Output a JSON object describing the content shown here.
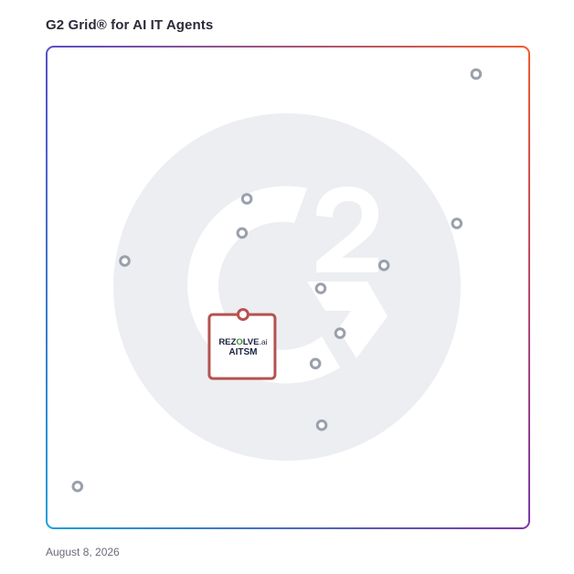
{
  "header": {
    "title": "G2 Grid® for AI IT Agents"
  },
  "footer": {
    "date": "August 8, 2026"
  },
  "colors": {
    "frame_top_left": "#5b4fc4",
    "frame_top_right": "#ef5a2e",
    "frame_bottom_left": "#1e9fd8",
    "frame_bottom_right": "#7a3aa8",
    "watermark": "#eceef1",
    "dot_stroke": "#9aa0ab",
    "highlight": "#b5524e",
    "brand_dark": "#1b2340"
  },
  "chart_data": {
    "type": "scatter",
    "title": "G2 Grid® for AI IT Agents",
    "xlim": [
      0,
      100
    ],
    "ylim": [
      0,
      100
    ],
    "divider_x": 50,
    "divider_y": 50,
    "grid": false,
    "points": [
      {
        "x": 89.0,
        "y": 94.3
      },
      {
        "x": 41.5,
        "y": 68.4
      },
      {
        "x": 40.5,
        "y": 61.3
      },
      {
        "x": 85.0,
        "y": 63.3
      },
      {
        "x": 16.2,
        "y": 55.5
      },
      {
        "x": 69.9,
        "y": 54.6
      },
      {
        "x": 56.8,
        "y": 49.8
      },
      {
        "x": 40.7,
        "y": 44.2
      },
      {
        "x": 60.8,
        "y": 40.5
      },
      {
        "x": 55.7,
        "y": 34.2
      },
      {
        "x": 57.0,
        "y": 21.4
      },
      {
        "x": 6.4,
        "y": 8.7
      }
    ],
    "highlighted": {
      "x": 40.7,
      "y": 44.2,
      "logo_line1_a": "REZ",
      "logo_line1_b": "O",
      "logo_line1_c": "LVE",
      "logo_line1_d": ".ai",
      "logo_line2": "AITSM"
    }
  }
}
